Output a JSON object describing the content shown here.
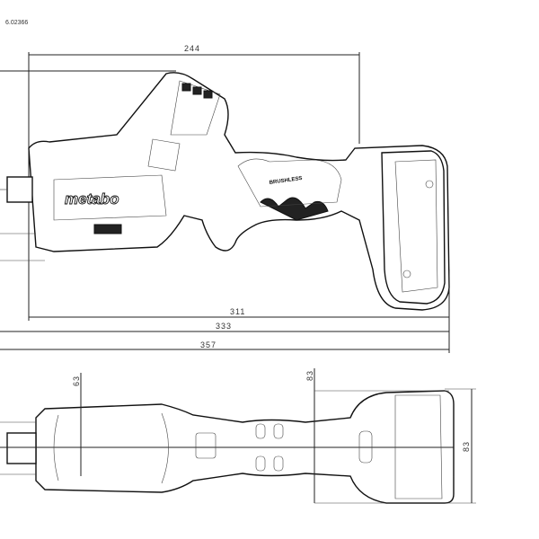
{
  "drawing_code": "6.02366",
  "brand_logo": "metabo",
  "motor_label": "BRUSHLESS",
  "dimensions": {
    "handle_length": "244",
    "body_length": "311",
    "length_without_blade_holder": "333",
    "overall_length": "357",
    "front_height": "63",
    "battery_height": "83",
    "battery_width": "83"
  }
}
